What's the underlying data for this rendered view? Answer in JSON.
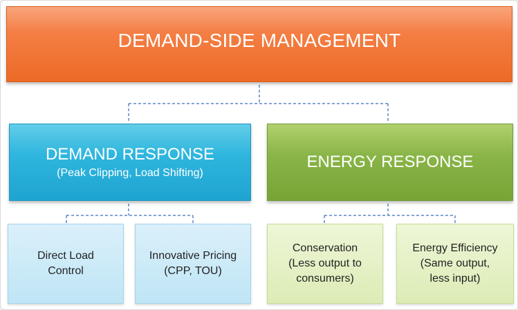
{
  "top": {
    "title": "DEMAND-SIDE MANAGEMENT"
  },
  "demand_response": {
    "title": "DEMAND RESPONSE",
    "subtitle": "(Peak Clipping, Load Shifting)"
  },
  "energy_response": {
    "title": "ENERGY RESPONSE"
  },
  "leaves": [
    {
      "lines": [
        "Direct Load",
        "Control"
      ]
    },
    {
      "lines": [
        "Innovative Pricing",
        "(CPP, TOU)"
      ]
    },
    {
      "lines": [
        "Conservation",
        "(Less output to",
        "consumers)"
      ]
    },
    {
      "lines": [
        "Energy Efficiency",
        "(Same output,",
        "less input)"
      ]
    }
  ],
  "colors": {
    "top": "#ec6a26",
    "demand_response": "#2fb6de",
    "energy_response": "#8ab548",
    "leaf_blue": "#bfe5f5",
    "leaf_green": "#dcecb6",
    "connector": "#5b86c8"
  }
}
